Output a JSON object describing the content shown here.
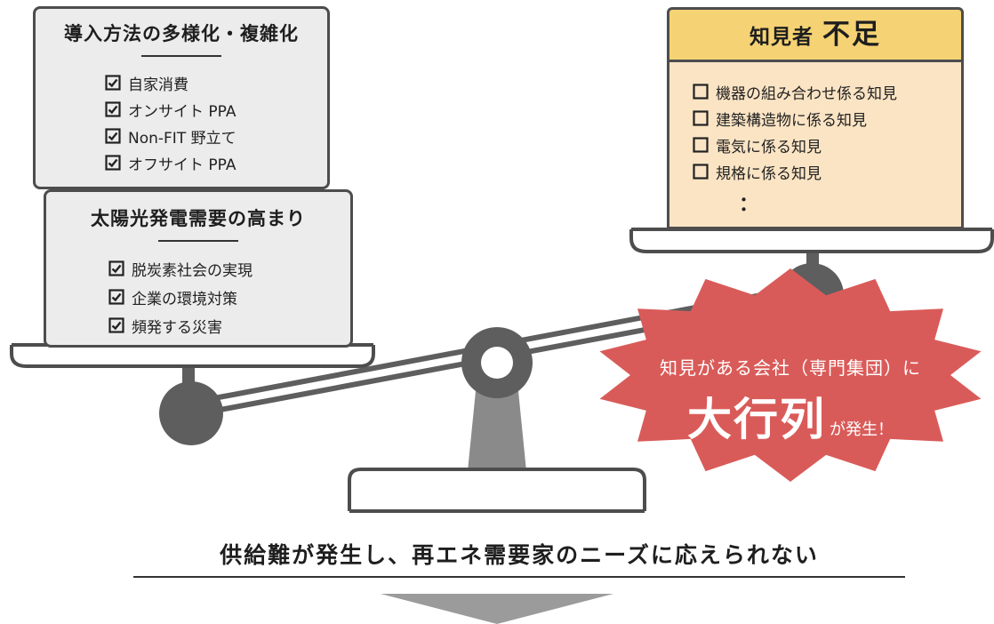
{
  "box_methods": {
    "title": "導入方法の多様化・複雑化",
    "items": [
      {
        "label": "自家消費"
      },
      {
        "label": "オンサイト PPA"
      },
      {
        "label": "Non-FIT 野立て"
      },
      {
        "label": "オフサイト PPA"
      }
    ]
  },
  "box_demand": {
    "title": "太陽光発電需要の高まり",
    "items": [
      {
        "label": "脱炭素社会の実現"
      },
      {
        "label": "企業の環境対策"
      },
      {
        "label": "頻発する災害"
      }
    ]
  },
  "box_lack": {
    "title_small": "知見者",
    "title_big": "不足",
    "items": [
      {
        "label": "機器の組み合わせ係る知見"
      },
      {
        "label": "建築構造物に係る知見"
      },
      {
        "label": "電気に係る知見"
      },
      {
        "label": "規格に係る知見"
      }
    ],
    "ellipsis": "："
  },
  "burst": {
    "line1": "知見がある会社（専門集団）に",
    "big": "大行列",
    "small": "が発生！"
  },
  "bottom_message": "供給難が発生し、再エネ需要家のニーズに応えられない",
  "colors": {
    "scale_body": "#5e5e5e",
    "pan_outline": "#4d4d4d",
    "gray_box_fill": "#ececec",
    "yellow_header": "#f5d273",
    "peach_list": "#fbe4c4",
    "burst_red": "#d95b59",
    "arrow_gray": "#9b9b9b"
  },
  "icons": {
    "checked": "checkbox-checked-icon",
    "unchecked": "checkbox-empty-icon",
    "arrow": "down-arrow-icon"
  }
}
